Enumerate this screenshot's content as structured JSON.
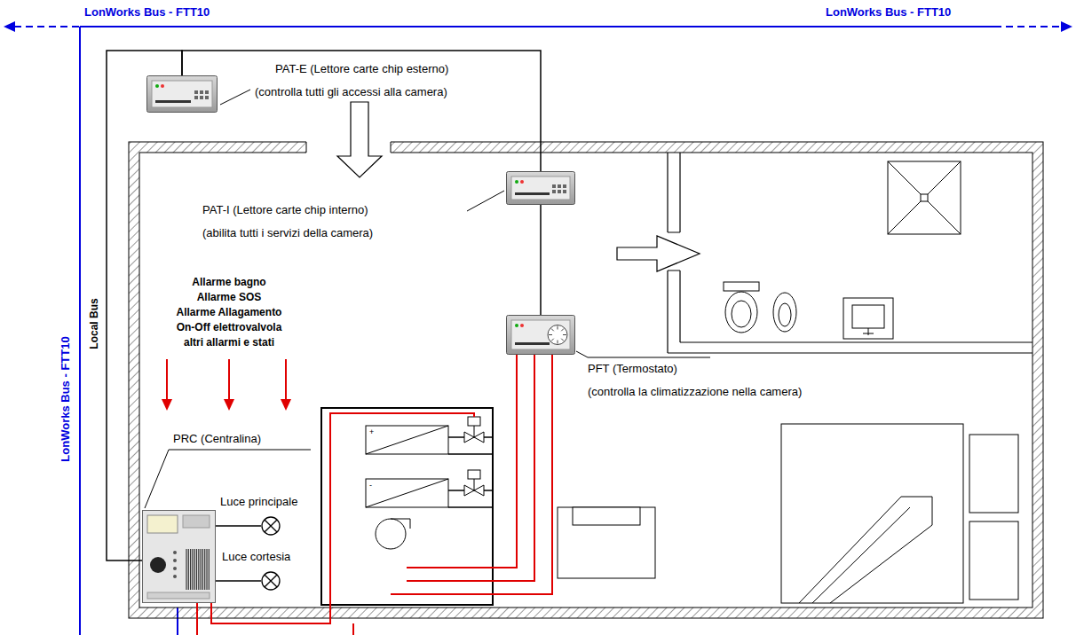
{
  "diagram": {
    "nodes": [
      {
        "text": [
          "PAT-E (Lettore carte chip esterno)",
          "(controlla tutti gli accessi alla camera)"
        ]
      },
      {
        "text": [
          "PAT-I (Lettore carte chip interno)",
          "(abilita tutti i servizi della camera)"
        ]
      },
      {
        "text": [
          "PFT (Termostato)",
          "(controlla la climatizzazione nella camera)"
        ]
      },
      {
        "text": [
          "PRC (Centralina)"
        ]
      },
      {
        "text": [
          "Luce principale"
        ]
      },
      {
        "text": [
          "Luce cortesia"
        ]
      }
    ],
    "edges": [
      {
        "from": 3,
        "to": 0,
        "label": "Local Bus",
        "arrow": "none"
      },
      {
        "from": 0,
        "to": 1,
        "arrow": "none"
      },
      {
        "from": 1,
        "to": 2,
        "arrow": "none"
      },
      {
        "from": 3,
        "to": 4,
        "arrow": "none"
      },
      {
        "from": 3,
        "to": 5,
        "arrow": "none"
      }
    ],
    "labels": [
      "LonWorks Bus - FTT10",
      "LonWorks Bus - FTT10",
      "LonWorks Bus - FTT10",
      "Allarme bagno",
      "Allarme SOS",
      "Allarme Allagamento",
      "On-Off elettrovalvola",
      "altri allarmi e stati",
      "+",
      "-"
    ]
  }
}
